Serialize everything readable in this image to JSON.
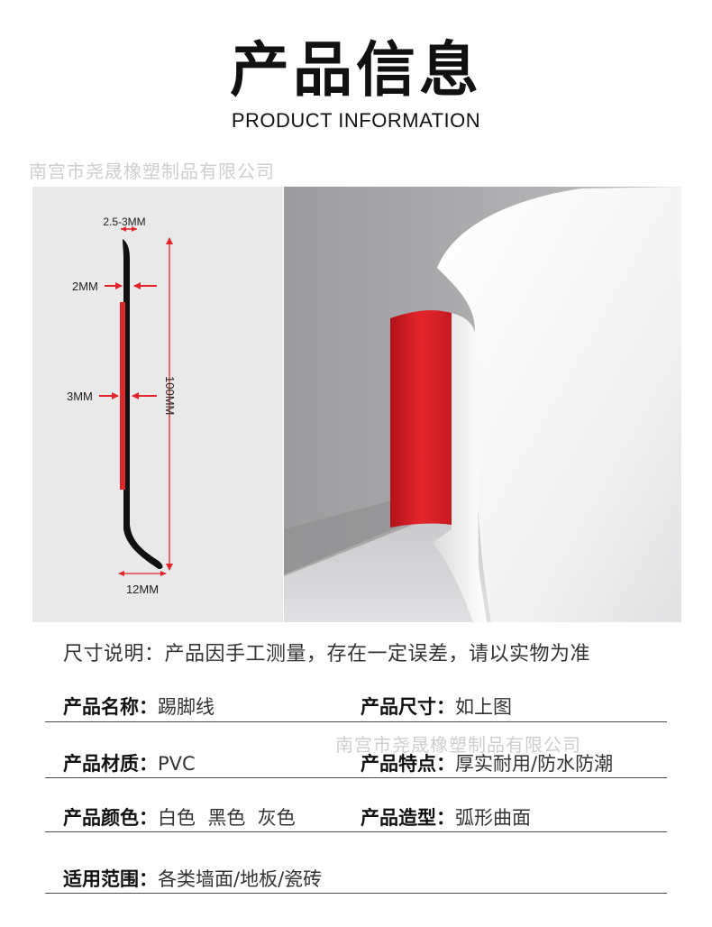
{
  "header": {
    "title_zh": "产品信息",
    "title_en": "PRODUCT INFORMATION"
  },
  "watermark": "南宫市尧晟橡塑制品有限公司",
  "diagram": {
    "top_width": "2.5-3MM",
    "dim_2mm": "2MM",
    "dim_3mm": "3MM",
    "height": "100MM",
    "bottom_width": "12MM"
  },
  "note": "尺寸说明：产品因手工测量，存在一定误差，请以实物为准",
  "specs": {
    "name": {
      "label": "产品名称：",
      "value": "踢脚线"
    },
    "size": {
      "label": "产品尺寸：",
      "value": "如上图"
    },
    "material": {
      "label": "产品材质：",
      "value": "PVC"
    },
    "feature": {
      "label": "产品特点：",
      "value": "厚实耐用/防水防潮"
    },
    "color": {
      "label": "产品颜色：",
      "value": "白色  黑色  灰色"
    },
    "shape": {
      "label": "产品造型：",
      "value": "弧形曲面"
    },
    "usage": {
      "label": "适用范围：",
      "value": "各类墙面/地板/瓷砖"
    }
  },
  "colors": {
    "accent_red": "#e0262b",
    "profile_black": "#111111"
  }
}
